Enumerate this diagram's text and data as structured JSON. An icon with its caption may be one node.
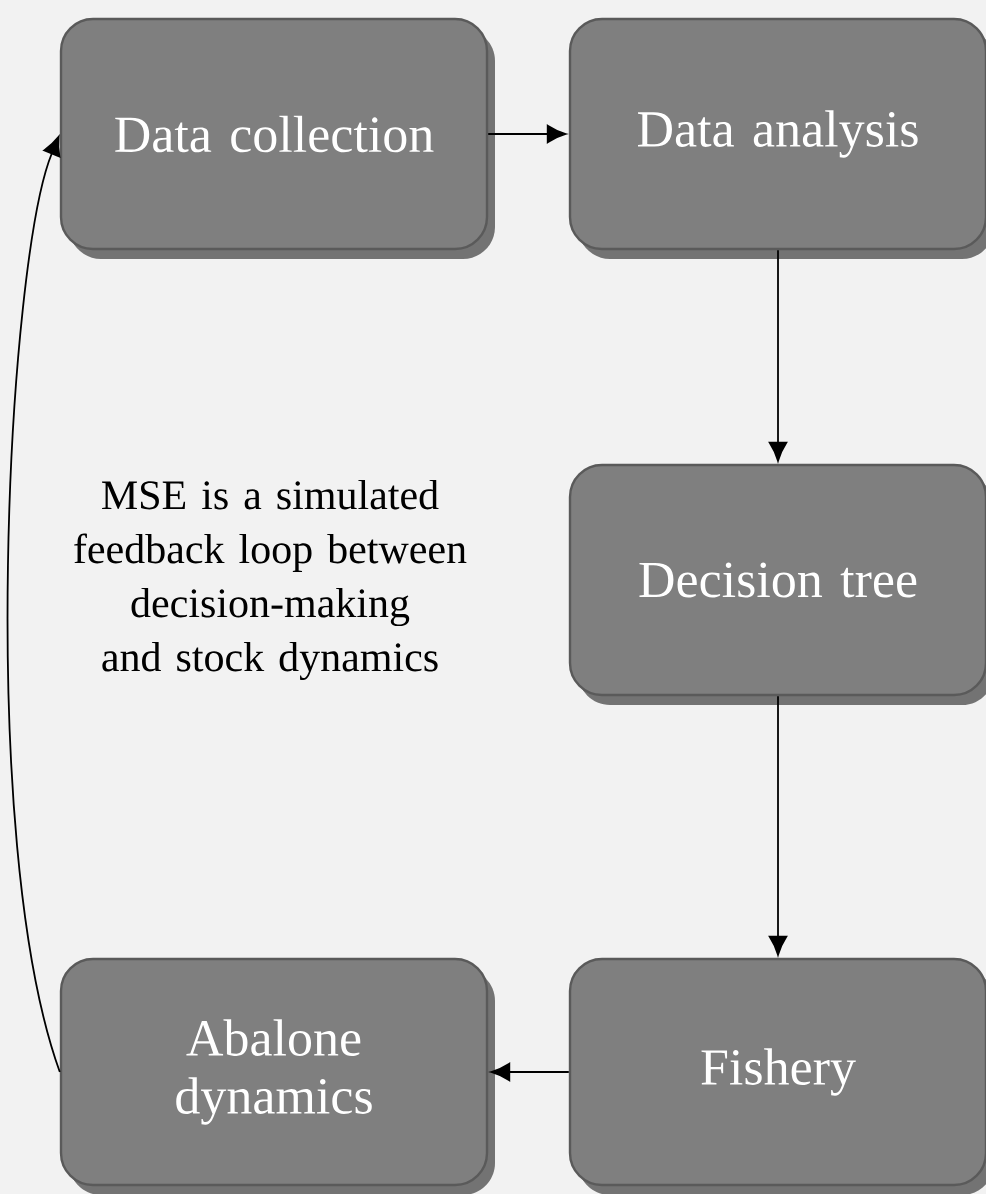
{
  "diagram": {
    "nodes": [
      {
        "text": [
          "Data collection"
        ]
      },
      {
        "text": [
          "Data analysis"
        ]
      },
      {
        "text": [
          "Decision tree"
        ]
      },
      {
        "text": [
          "Fishery"
        ]
      },
      {
        "text": [
          "Abalone dynamics"
        ]
      }
    ],
    "edges": [
      {
        "from": 0,
        "to": 1,
        "arrow": "to"
      },
      {
        "from": 1,
        "to": 2,
        "arrow": "to"
      },
      {
        "from": 2,
        "to": 3,
        "arrow": "to"
      },
      {
        "from": 3,
        "to": 4,
        "arrow": "to"
      },
      {
        "from": 4,
        "to": 0,
        "arrow": "to"
      }
    ],
    "labels": [
      "MSE is a simulated feedback loop between decision-making and stock dynamics"
    ]
  }
}
